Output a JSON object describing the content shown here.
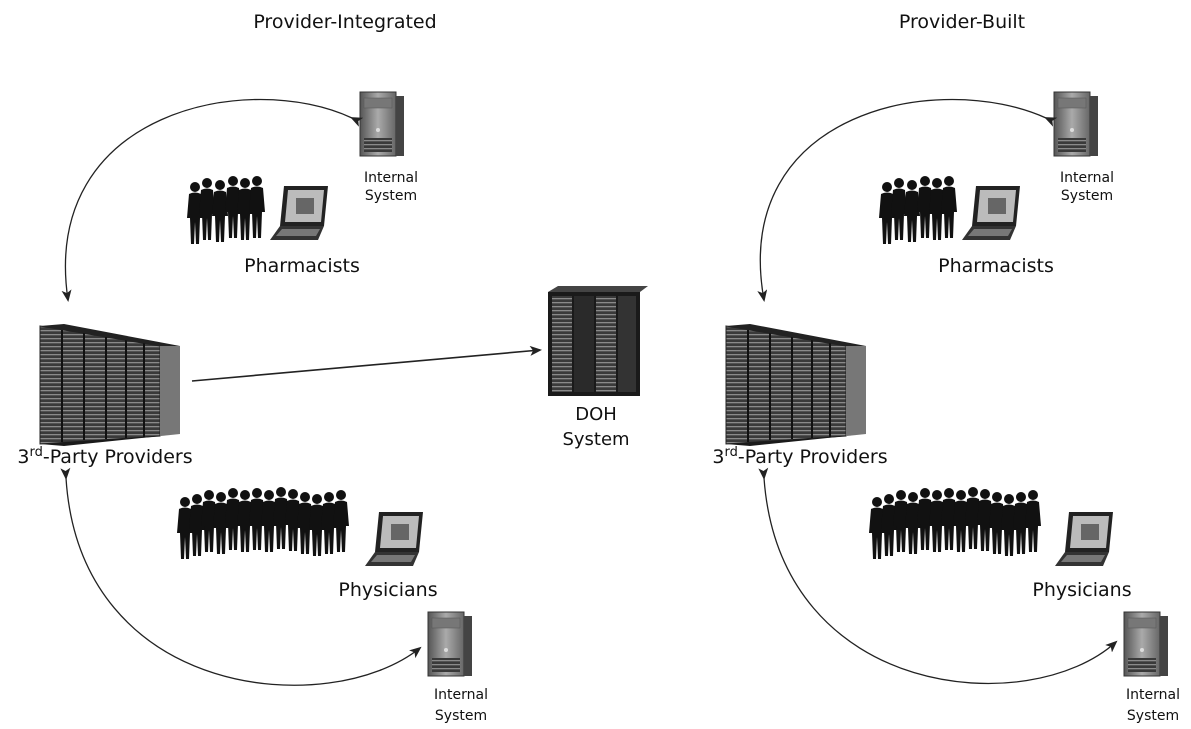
{
  "left": {
    "title": "Provider-Integrated",
    "internal_top": [
      "Internal",
      "System"
    ],
    "pharmacists": "Pharmacists",
    "providers_prefix": "3",
    "providers_sup": "rd",
    "providers_rest": "-Party Providers",
    "physicians": "Physicians",
    "internal_bottom": [
      "Internal",
      "System"
    ]
  },
  "center": {
    "doh": [
      "DOH",
      "System"
    ]
  },
  "right": {
    "title": "Provider-Built",
    "internal_top": [
      "Internal",
      "System"
    ],
    "pharmacists": "Pharmacists",
    "providers_prefix": "3",
    "providers_sup": "rd",
    "providers_rest": "-Party Providers",
    "physicians": "Physicians",
    "internal_bottom": [
      "Internal",
      "System"
    ]
  }
}
